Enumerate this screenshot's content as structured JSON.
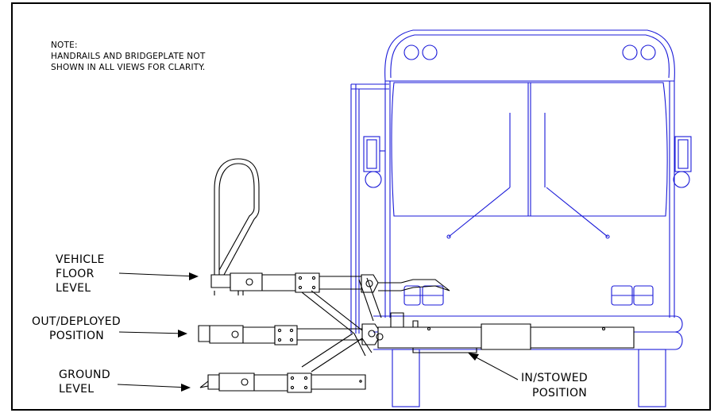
{
  "note": {
    "lines": [
      "NOTE:",
      "HANDRAILS AND BRIDGEPLATE NOT",
      "SHOWN IN ALL VIEWS FOR CLARITY."
    ]
  },
  "labels": {
    "vehicle_floor": [
      "VEHICLE",
      "FLOOR",
      "LEVEL"
    ],
    "out_deployed": [
      "OUT/DEPLOYED",
      "POSITION"
    ],
    "ground": [
      "GROUND",
      "LEVEL"
    ],
    "in_stowed": [
      "IN/STOWED",
      "POSITION"
    ]
  },
  "colors": {
    "bus_outline": "#1a1ad8",
    "lift_outline": "#000000",
    "border": "#000000"
  }
}
